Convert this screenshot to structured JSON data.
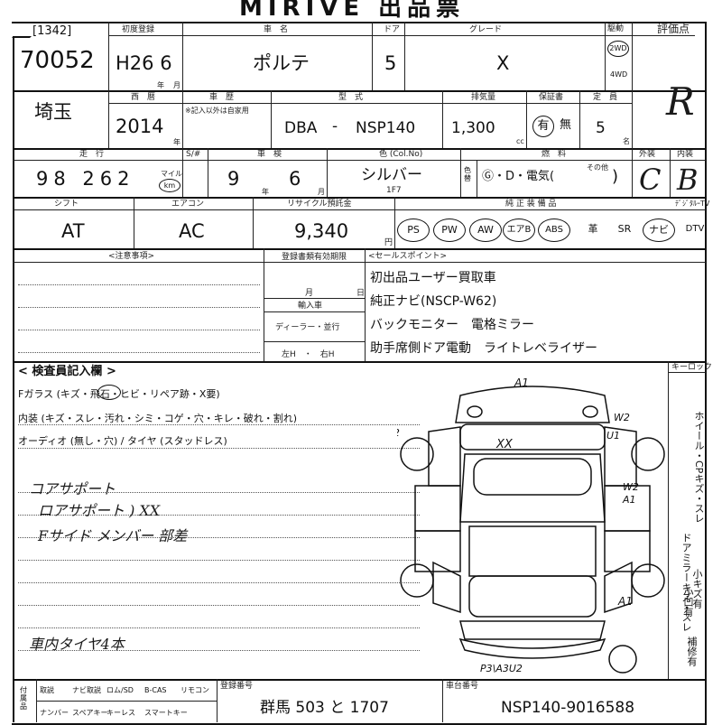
{
  "header": {
    "title": "MIRIVE 出品票",
    "lot_label": "[1342]",
    "lot_number": "70052"
  },
  "row1": {
    "first_reg_label": "初度登録",
    "first_reg_value": "H26 6",
    "year_unit": "年",
    "month_unit": "月",
    "car_name_label": "車　名",
    "car_name": "ポルテ",
    "door_label": "ドア",
    "doors": "5",
    "grade_label": "グレード",
    "grade": "X",
    "drive_label": "駆動",
    "drive_2wd": "2WD",
    "drive_4wd": "4WD",
    "score_label": "評価点",
    "score": "R"
  },
  "row2": {
    "region": "埼玉",
    "western_label": "西　暦",
    "western_year": "2014",
    "year_unit": "年",
    "history_label": "車　歴",
    "history_note": "※記入以外は自家用",
    "model_label": "型　式",
    "model_prefix": "DBA",
    "model_dash": "-",
    "model_code": "NSP140",
    "displacement_label": "排気量",
    "displacement": "1,300",
    "cc": "cc",
    "warranty_label": "保証書",
    "warranty_yes": "有",
    "warranty_no": "無",
    "capacity_label": "定　員",
    "capacity": "5",
    "capacity_unit": "名"
  },
  "row3": {
    "mileage_label": "走　行",
    "mileage": "98 262",
    "mile_unit": "マイル",
    "km_unit": "km",
    "meter_label": "S/#",
    "inspection_label": "車　検",
    "inspection_year": "9",
    "inspection_month": "6",
    "year_unit": "年",
    "month_unit": "月",
    "color_label": "色 (Col.No)",
    "color": "シルバー",
    "color_no": "1F7",
    "color_change_label": "色替",
    "fuel_label": "燃　料",
    "fuel_options": "Ⓖ・D・電気(",
    "fuel_other": "その他",
    "fuel_close": ")",
    "exterior_label": "外装",
    "exterior": "C",
    "interior_label": "内装",
    "interior": "B"
  },
  "row4": {
    "shift_label": "シフト",
    "shift": "AT",
    "ac_label": "エアコン",
    "ac": "AC",
    "recycle_label": "リサイクル預託金",
    "recycle": "9,340",
    "yen": "円",
    "equipment_label": "純 正 装 備 品",
    "equipment": [
      "PS",
      "PW",
      "AW",
      "エアB",
      "ABS",
      "革",
      "SR",
      "ナビ",
      "DTV"
    ],
    "tv_label": "ﾃﾞｼﾞﾀﾙｰTV"
  },
  "notes": {
    "caution_label": "<注意事項>",
    "reg_expiry_label": "登録書類有効期限",
    "month": "月",
    "day": "日",
    "import_label": "輸入車",
    "dealer_label": "ディーラー・並行",
    "handle_label": "左H　・　右H",
    "sales_label": "<セールスポイント>",
    "sales_points": [
      "初出品ユーザー買取車",
      "純正ナビ(NSCP-W62)",
      "バックモニター　電格ミラー",
      "助手席側ドア電動　ライトレベライザー"
    ]
  },
  "inspector": {
    "title": "< 検査員記入欄 >",
    "glass": "Fガラス (キズ・飛石・ヒビ・リペア跡・X要)",
    "interior": "内装 (キズ・スレ・汚れ・シミ・コゲ・穴・キレ・破れ・割れ)",
    "audio": "オーディオ (無し・穴) / タイヤ (スタッドレス)",
    "hand_notes": [
      "コアサポート",
      "ロアサポート ) XX",
      "Fサイド メンバー 部差"
    ],
    "spare_note": "車内タイヤ4本",
    "key_label": "キーロック"
  },
  "diagram_marks": {
    "a1_top": "A1",
    "xx": "XX",
    "w2_left": "W2",
    "w2_right": "W2",
    "u1": "U1",
    "w2_a1_left": "W2\nA1",
    "w2_a1_right": "W2\nA1",
    "a1_rear": "A1",
    "rear": "P3\\A3U2"
  },
  "side_column": {
    "wheel": "ホイール・CPキズ・スレ",
    "mirror": "ドアミラーキズ・スレ",
    "scratch": "小キズ有",
    "dent": "小凹有",
    "repair": "補修有"
  },
  "footer": {
    "col_labels": [
      "取説",
      "ナビ取説",
      "ロム/SD",
      "B-CAS",
      "リモコン"
    ],
    "col_labels2": [
      "ナンバー",
      "スペアキー",
      "キーレス",
      "スマートキー"
    ],
    "side_label": "付属品",
    "reg_no_label": "登録番号",
    "reg_no": "群馬 503 と 1707",
    "chassis_label": "車台番号",
    "chassis": "NSP140-9016588"
  }
}
